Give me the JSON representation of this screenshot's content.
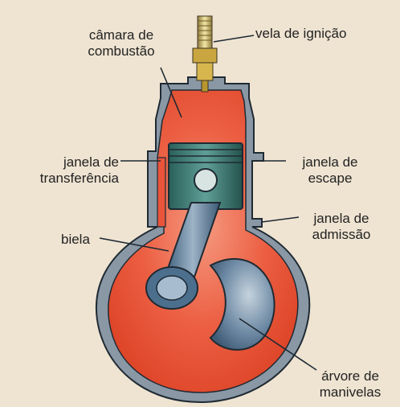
{
  "labels": {
    "spark_plug": [
      "vela de ignição"
    ],
    "combustion_chamber": [
      "câmara de",
      "combustão"
    ],
    "transfer_port": [
      "janela de",
      "transferência"
    ],
    "exhaust_port": [
      "janela de",
      "escape"
    ],
    "intake_port": [
      "janela de",
      "admissão"
    ],
    "connecting_rod": [
      "biela"
    ],
    "crankshaft": [
      "árvore de",
      "manivelas"
    ]
  },
  "colors": {
    "background": "#efe4d2",
    "gas_red": "#e9543a",
    "gas_red_light": "#f07a5e",
    "piston_green": "#2f6e68",
    "piston_light": "#5b9a93",
    "metal_blue": "#4c6f8e",
    "metal_light": "#9fb6c8",
    "wall_gray": "#8a98a6",
    "outline": "#1f2a33"
  }
}
